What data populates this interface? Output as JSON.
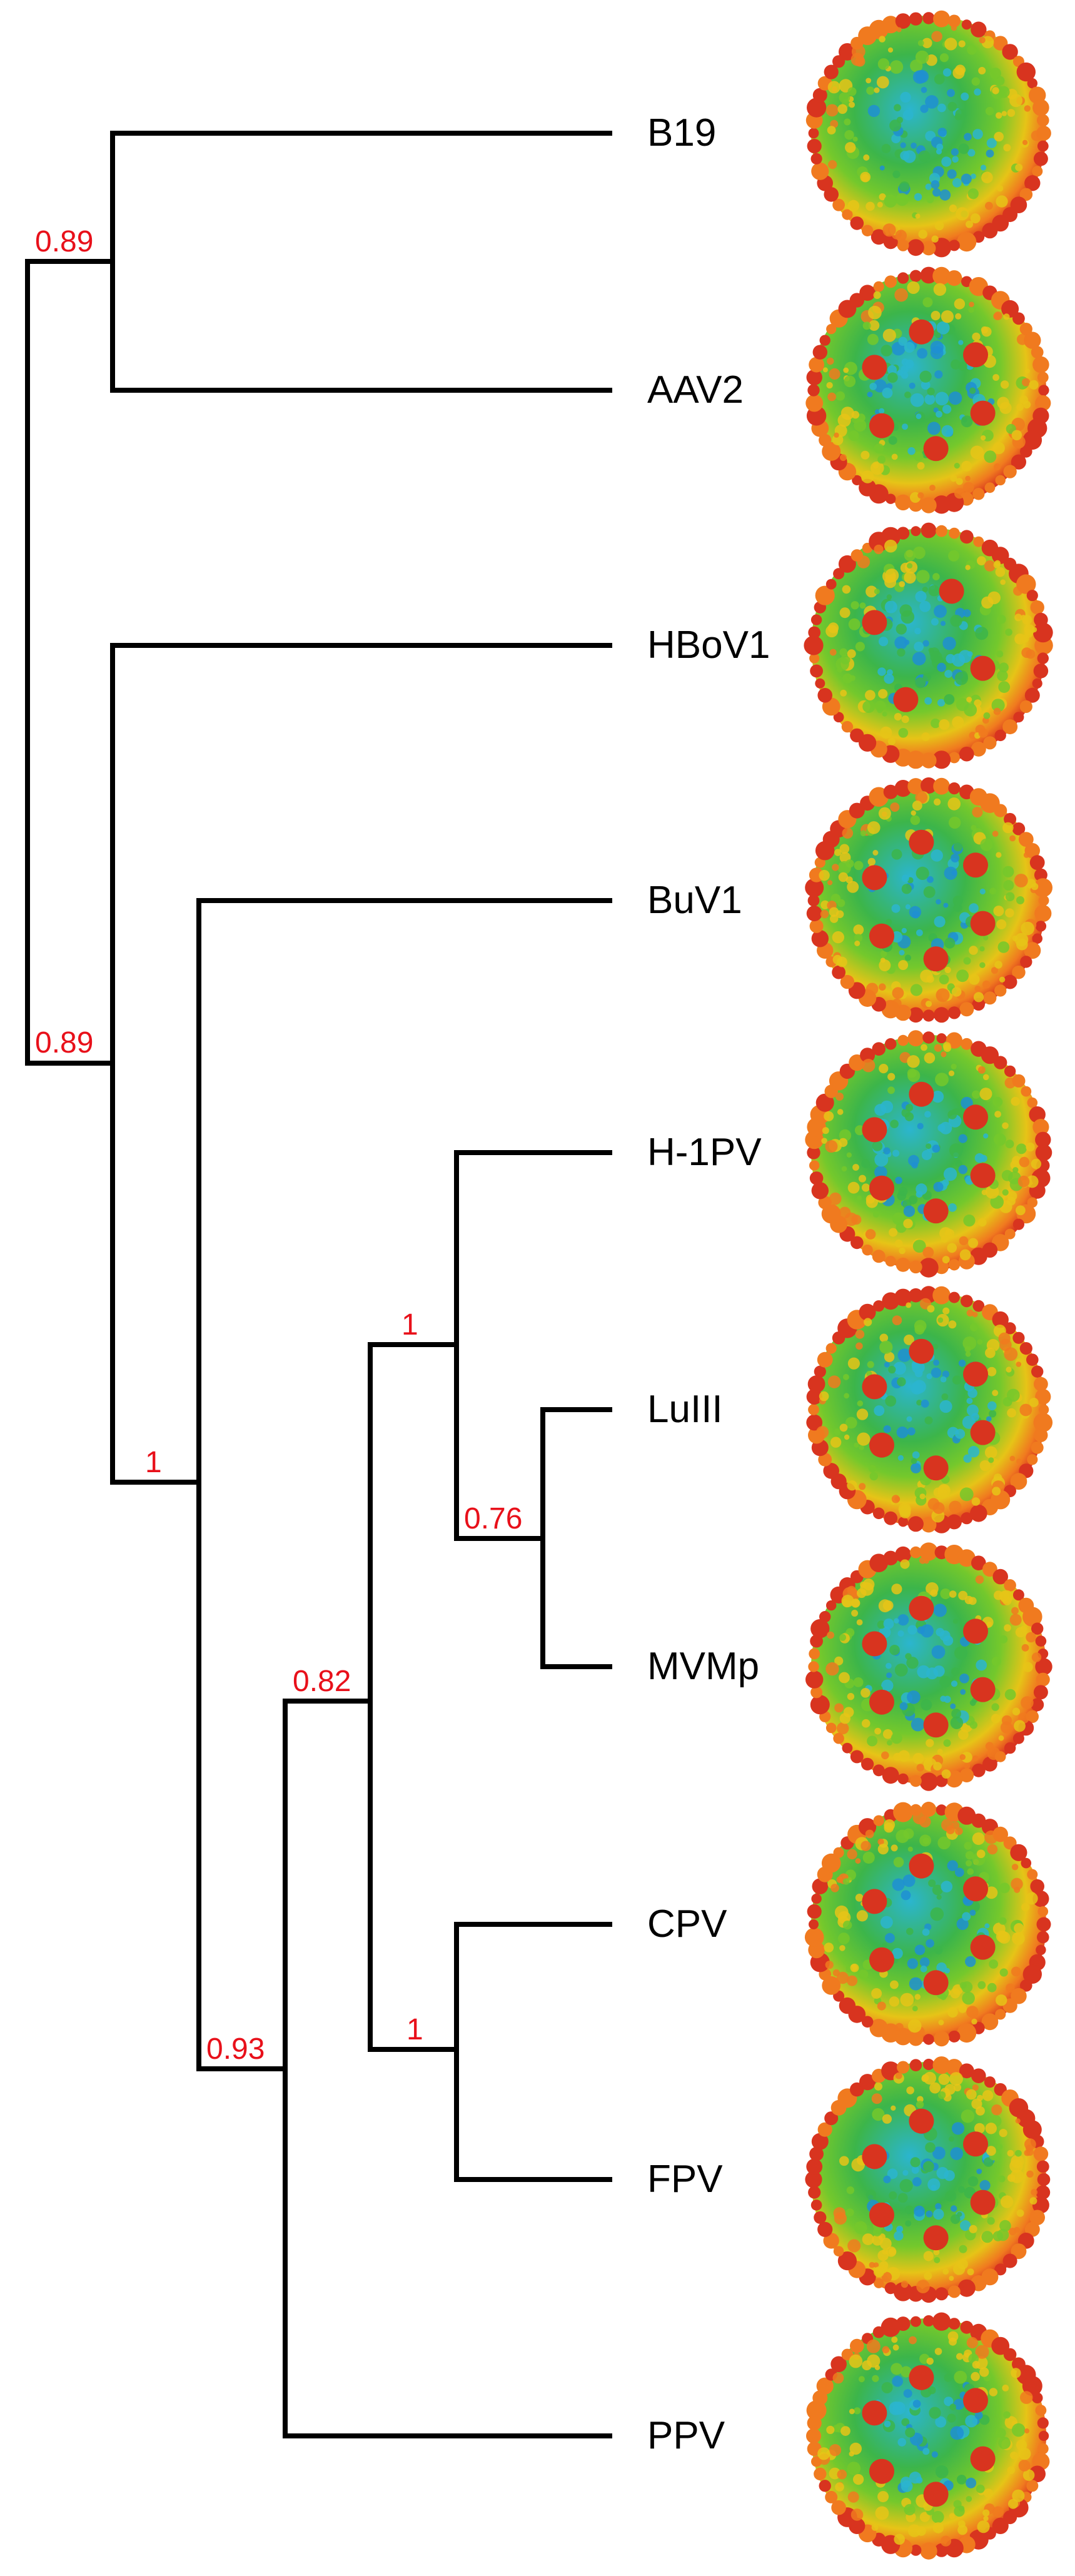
{
  "colors": {
    "support_label": "#e8101a",
    "branch": "#000000",
    "capsid_palette": [
      "#d8341f",
      "#f07a1f",
      "#e6c417",
      "#74c82c",
      "#3cb54a",
      "#2bb5cf",
      "#1e8fd2"
    ]
  },
  "taxa": [
    {
      "label": "B19",
      "capsid_icon": "capsid-structure-icon"
    },
    {
      "label": "AAV2",
      "capsid_icon": "capsid-structure-icon"
    },
    {
      "label": "HBoV1",
      "capsid_icon": "capsid-structure-icon"
    },
    {
      "label": "BuV1",
      "capsid_icon": "capsid-structure-icon"
    },
    {
      "label": "H-1PV",
      "capsid_icon": "capsid-structure-icon"
    },
    {
      "label": "LuIII",
      "capsid_icon": "capsid-structure-icon"
    },
    {
      "label": "MVMp",
      "capsid_icon": "capsid-structure-icon"
    },
    {
      "label": "CPV",
      "capsid_icon": "capsid-structure-icon"
    },
    {
      "label": "FPV",
      "capsid_icon": "capsid-structure-icon"
    },
    {
      "label": "PPV",
      "capsid_icon": "capsid-structure-icon"
    }
  ],
  "support_values": {
    "root_split": "0.89",
    "b19_aav2": "0.89",
    "after_hbov1": "1",
    "after_buv1": "0.93",
    "ppv_outgroup": "0.82",
    "h1pv_clade": "1",
    "luiii_mvmp": "0.76",
    "cpv_fpv": "1"
  }
}
